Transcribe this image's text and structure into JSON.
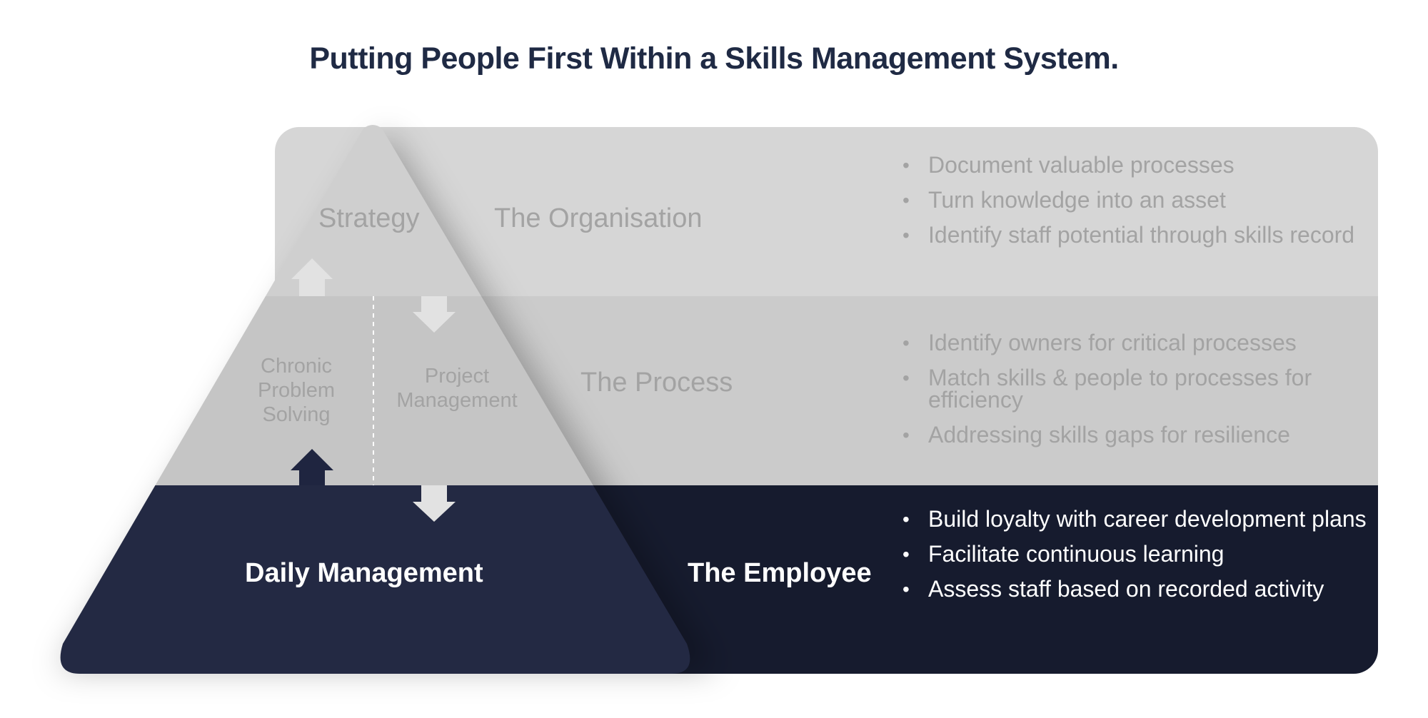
{
  "title": "Putting People First Within a Skills Management System.",
  "colors": {
    "band_top": "#d6d6d6",
    "band_mid": "#cbcbcb",
    "band_bottom": "#161b2e",
    "pyramid_top": "#cfcfcf",
    "pyramid_mid": "#c5c5c5",
    "pyramid_bottom": "#232943",
    "arrow_light": "#e2e2e2",
    "arrow_dark": "#1f2540",
    "muted_text": "#a3a3a3"
  },
  "pyramid": {
    "top_label": "Strategy",
    "middle_left_label": "Chronic Problem Solving",
    "middle_right_label": "Project Management",
    "bottom_label": "Daily Management"
  },
  "bands": [
    {
      "title": "The Organisation",
      "bullets": [
        "Document valuable processes",
        "Turn knowledge into an asset",
        "Identify staff potential through skills record"
      ]
    },
    {
      "title": "The Process",
      "bullets": [
        "Identify owners for critical processes",
        "Match skills & people to processes for efficiency",
        "Addressing skills gaps for resilience"
      ]
    },
    {
      "title": "The Employee",
      "bullets": [
        "Build loyalty with career development plans",
        "Facilitate continuous learning",
        "Assess staff based on recorded activity"
      ]
    }
  ]
}
